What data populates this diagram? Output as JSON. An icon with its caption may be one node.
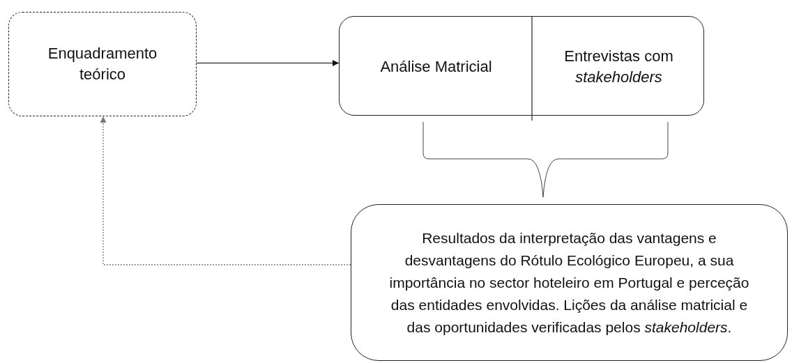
{
  "diagram": {
    "nodes": [
      {
        "text": [
          "Enquadramento teórico"
        ]
      },
      {
        "text": [],
        "shape": "box"
      },
      {
        "text": [
          "Análise Matricial"
        ],
        "in": 1
      },
      {
        "text": [
          "Entrevistas com *stakeholders*"
        ],
        "in": 1
      },
      {
        "text": [
          "Resultados da interpretação das vantagens e desvantagens do Rótulo Ecológico Europeu, a sua importância no sector hoteleiro em Portugal e perceção das entidades envolvidas. Lições da análise matricial e das oportunidades verificadas pelos *stakeholders*."
        ]
      }
    ],
    "edges": [
      {
        "from": 0,
        "to": 1,
        "arrow": "to"
      },
      {
        "from": 4,
        "to": 0,
        "arrow": "to",
        "style": "dashed"
      }
    ]
  }
}
